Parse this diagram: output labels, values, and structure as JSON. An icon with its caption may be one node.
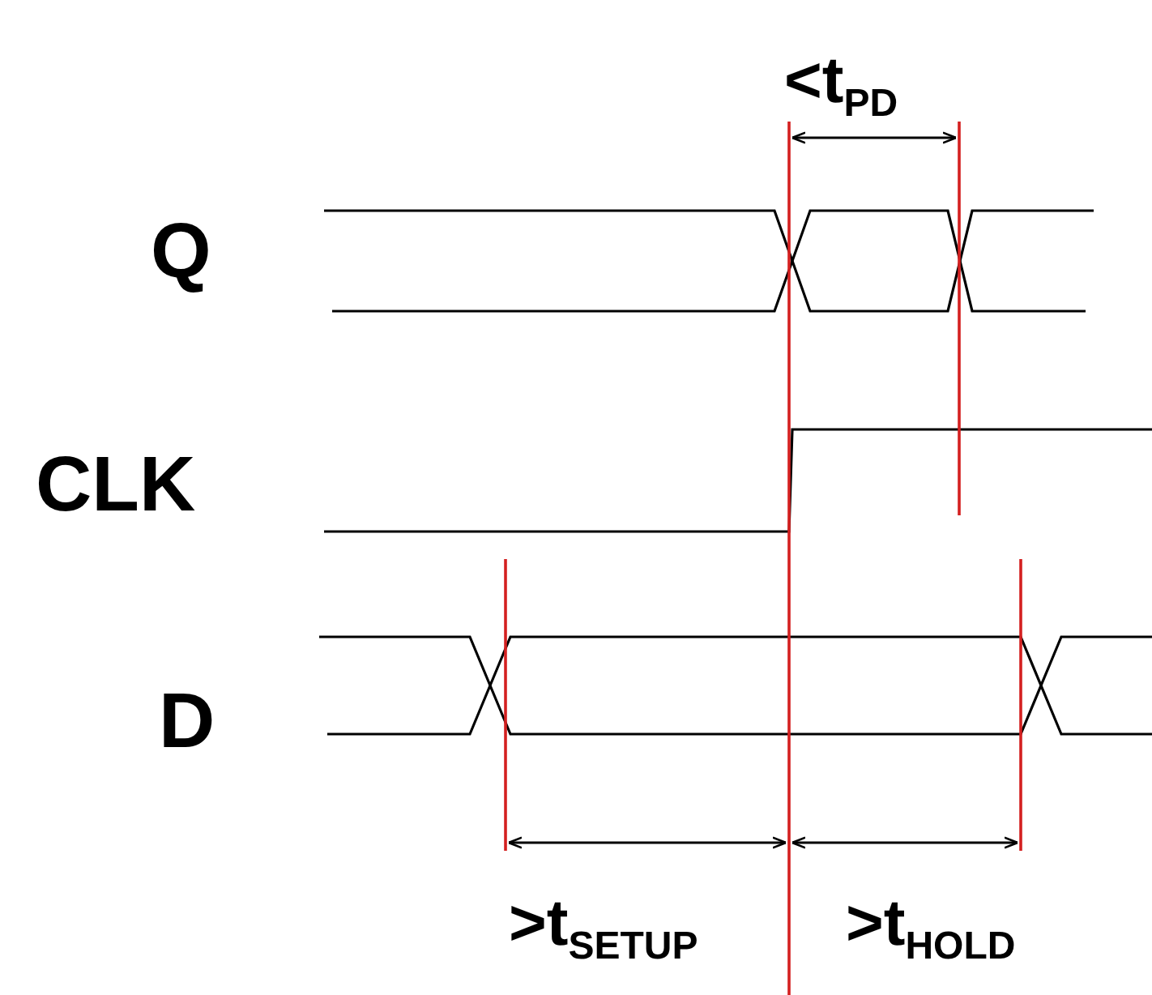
{
  "diagram": {
    "labels": [
      "<t$_{PD}$",
      "Q",
      "CLK",
      "D",
      ">t$_{SETUP}$",
      ">t$_{HOLD}$"
    ]
  }
}
